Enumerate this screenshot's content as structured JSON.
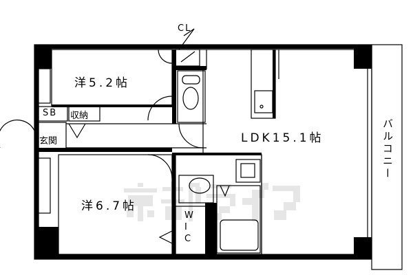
{
  "watermark": "京都ライフ",
  "rooms": {
    "closet_cl": "CL",
    "western_room_1": "洋5.2帖",
    "shoe_box": "SB",
    "storage": "収納",
    "entrance": "玄関",
    "ldk": "LDK15.1帖",
    "balcony": "バルコニー",
    "western_room_2": "洋6.7帖",
    "walk_in_closet": "WIC"
  }
}
